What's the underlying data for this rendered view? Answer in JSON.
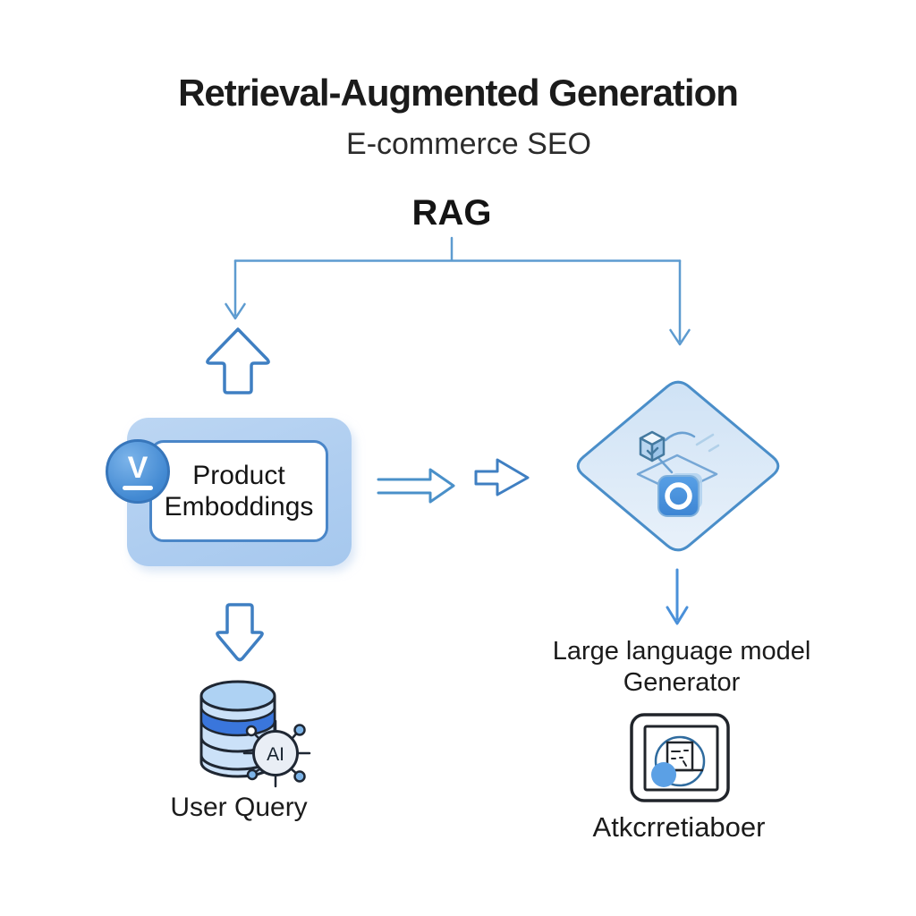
{
  "diagram": {
    "title": "Retrieval-Augmented Generation",
    "subtitle": "E-commerce SEO",
    "rag_label": "RAG"
  },
  "nodes": {
    "product_embeddings": {
      "line1": "Product",
      "line2": "Emboddings",
      "badge": "V"
    },
    "llm_generator": {
      "line1": "Large language model",
      "line2": "Generator"
    },
    "user_query": {
      "label": "User Query",
      "ai_badge": "AI"
    },
    "output": {
      "label": "Atkcrretiaboer"
    }
  },
  "colors": {
    "connector_blue": "#5d9bd0",
    "arrow_outline_blue": "#3f7fc2",
    "box_fill": "#aecdf0",
    "box_border": "#4a86c8",
    "badge_fill": "#4289d2",
    "diamond_fill": "#d8e8f7",
    "diamond_border": "#4a8ec9",
    "database_band_blue": "#3a76dc",
    "network_node_blue": "#7db4e8",
    "solid_dot_blue": "#5ba0e5",
    "text_dark": "#1c1c1c"
  }
}
